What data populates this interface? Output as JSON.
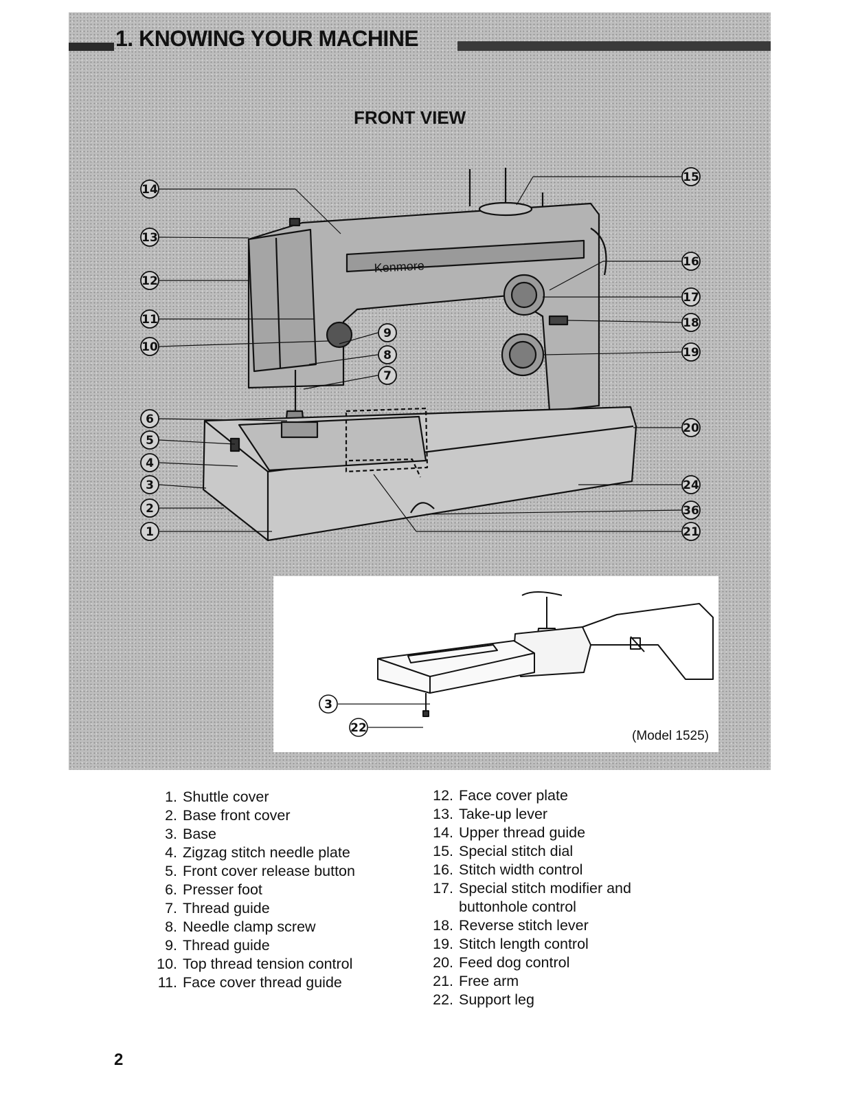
{
  "section_title": "1. KNOWING YOUR MACHINE",
  "view_title": "FRONT VIEW",
  "brand_label": "Kenmore",
  "model_caption": "(Model 1525)",
  "callouts": {
    "c1": "1",
    "c2": "2",
    "c3": "3",
    "c4": "4",
    "c5": "5",
    "c6": "6",
    "c7": "7",
    "c8": "8",
    "c9": "9",
    "c10": "10",
    "c11": "11",
    "c12": "12",
    "c13": "13",
    "c14": "14",
    "c15": "15",
    "c16": "16",
    "c17": "17",
    "c18": "18",
    "c19": "19",
    "c20": "20",
    "c21": "21",
    "c24": "24",
    "c36": "36"
  },
  "inset_callouts": {
    "c3": "3",
    "c22": "22"
  },
  "parts_left": [
    {
      "num": "1.",
      "label": "Shuttle cover"
    },
    {
      "num": "2.",
      "label": "Base front cover"
    },
    {
      "num": "3.",
      "label": "Base"
    },
    {
      "num": "4.",
      "label": "Zigzag stitch needle plate"
    },
    {
      "num": "5.",
      "label": "Front cover release button"
    },
    {
      "num": "6.",
      "label": "Presser foot"
    },
    {
      "num": "7.",
      "label": "Thread guide"
    },
    {
      "num": "8.",
      "label": "Needle clamp screw"
    },
    {
      "num": "9.",
      "label": "Thread guide"
    },
    {
      "num": "10.",
      "label": "Top thread tension control"
    },
    {
      "num": "11.",
      "label": "Face cover thread guide"
    }
  ],
  "parts_right": [
    {
      "num": "12.",
      "label": "Face cover plate"
    },
    {
      "num": "13.",
      "label": "Take-up lever"
    },
    {
      "num": "14.",
      "label": "Upper thread guide"
    },
    {
      "num": "15.",
      "label": "Special stitch dial"
    },
    {
      "num": "16.",
      "label": "Stitch width control"
    },
    {
      "num": "17.",
      "label": "Special stitch modifier and",
      "cont": "buttonhole control"
    },
    {
      "num": "18.",
      "label": "Reverse stitch lever"
    },
    {
      "num": "19.",
      "label": "Stitch length control"
    },
    {
      "num": "20.",
      "label": "Feed dog control"
    },
    {
      "num": "21.",
      "label": "Free arm"
    },
    {
      "num": "22.",
      "label": "Support leg"
    }
  ],
  "page_number": "2"
}
